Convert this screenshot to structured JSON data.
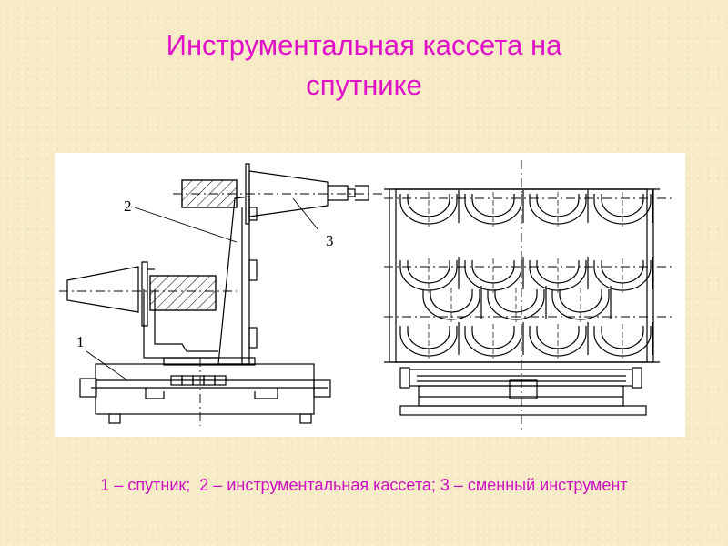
{
  "slide": {
    "title_line1": "Инструментальная кассета на",
    "title_line2": "спутнике",
    "title_color": "#e011c8",
    "background_color": "#f7ebc6"
  },
  "figure": {
    "callouts": [
      "1",
      "2",
      "3"
    ],
    "line_color": "#000000"
  },
  "caption": {
    "item1": "1 – спутник;",
    "item2": "2 – инструментальная кассета;",
    "item3": "3 – сменный инструмент",
    "color": "#cc11c0"
  }
}
